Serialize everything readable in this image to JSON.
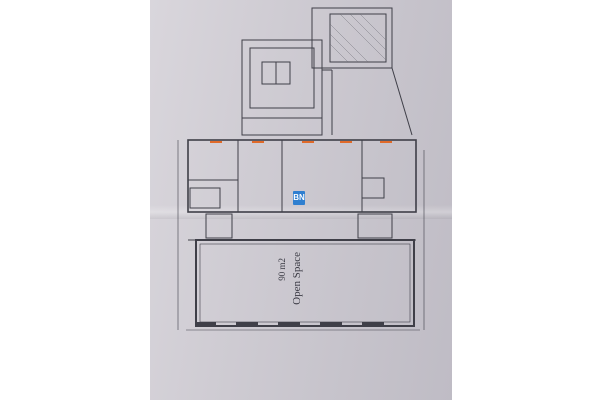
{
  "rooms": {
    "open_space": {
      "name": "Open Space",
      "area": "90 m2"
    }
  },
  "watermark": {
    "text": "BN"
  },
  "colors": {
    "line": "#3f3f48",
    "door_marks": "#e06a2a",
    "watermark": "#2f7fd0",
    "paper": "#cfccd3"
  }
}
